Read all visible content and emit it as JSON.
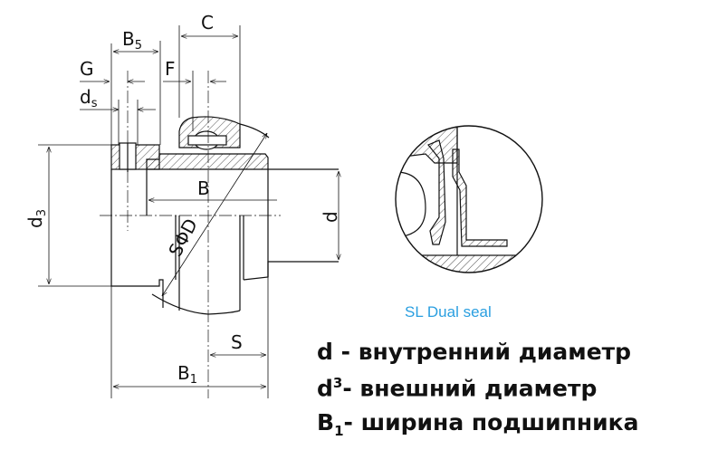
{
  "drawing": {
    "labels": {
      "C": "C",
      "B5": "B",
      "B5_sub": "5",
      "G": "G",
      "F": "F",
      "ds": "d",
      "ds_sub": "s",
      "B": "B",
      "SD": "SΦD",
      "d": "d",
      "d3": "d",
      "d3_sub": "3",
      "S": "S",
      "B1": "B",
      "B1_sub": "1"
    }
  },
  "detail": {
    "caption": "SL Dual seal"
  },
  "legend": [
    {
      "symbol": "d",
      "sup": "",
      "sub": "",
      "text": " - внутренний диаметр"
    },
    {
      "symbol": "d",
      "sup": "3",
      "sub": "",
      "text": "- внешний диаметр"
    },
    {
      "symbol": "B",
      "sup": "",
      "sub": "1",
      "text": "- ширина подшипника"
    }
  ],
  "colors": {
    "line": "#111111",
    "caption": "#2a9fe0"
  }
}
